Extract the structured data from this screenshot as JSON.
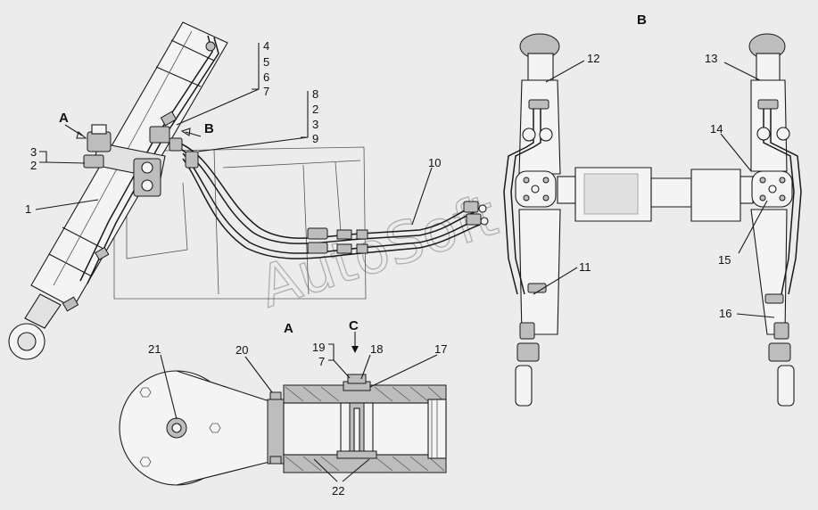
{
  "watermark": "AutoSoft",
  "views": {
    "view_a": "A",
    "view_b": "B",
    "view_c": "C"
  },
  "callouts": {
    "c1": "1",
    "c2": "2",
    "c3": "3",
    "c4": "4",
    "c5": "5",
    "c6": "6",
    "c7": "7",
    "c8": "8",
    "c2b": "2",
    "c3b": "3",
    "c9": "9",
    "c10": "10",
    "c11": "11",
    "c12": "12",
    "c13": "13",
    "c14": "14",
    "c15": "15",
    "c16": "16",
    "c17": "17",
    "c18": "18",
    "c19": "19",
    "c7b": "7",
    "c20": "20",
    "c21": "21",
    "c22": "22"
  }
}
